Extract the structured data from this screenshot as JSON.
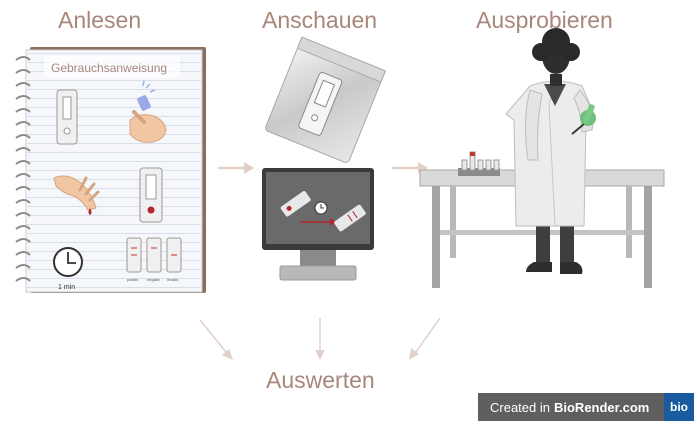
{
  "headings": {
    "read": "Anlesen",
    "watch": "Anschauen",
    "try": "Ausprobieren",
    "evaluate": "Auswerten"
  },
  "notebook": {
    "title": "Gebrauchsanweisung",
    "timer_label": "1 min",
    "result_labels": [
      "positiv",
      "negativ",
      "invalid"
    ]
  },
  "badge": {
    "created_in": "Created in",
    "brand": "BioRender.com",
    "logo": "bio"
  },
  "colors": {
    "heading": "#a9867a",
    "arrow": "#e3d0c8",
    "notebook_cover": "#8e6c5e",
    "glove": "#6dbf7a",
    "blood": "#b3262e",
    "badge_bg": "#5f5f5f",
    "badge_logo": "#1a5a9e"
  }
}
